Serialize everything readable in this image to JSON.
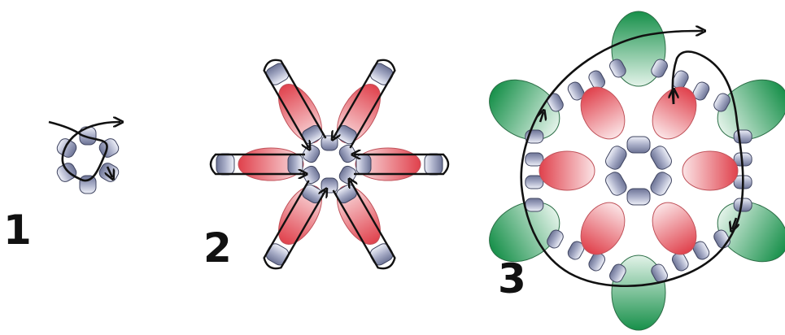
{
  "steps": [
    {
      "number": "1"
    },
    {
      "number": "2"
    },
    {
      "number": "3"
    }
  ],
  "colors": {
    "seed_bead_light": "#eef0f8",
    "seed_bead_dark": "#6d7496",
    "seed_bead_stroke": "#3f4460",
    "red_bead_light": "#fbe4e6",
    "red_bead_dark": "#e0414c",
    "green_bead_light": "#e3f3e9",
    "green_bead_dark": "#17904a",
    "thread": "#111111"
  }
}
